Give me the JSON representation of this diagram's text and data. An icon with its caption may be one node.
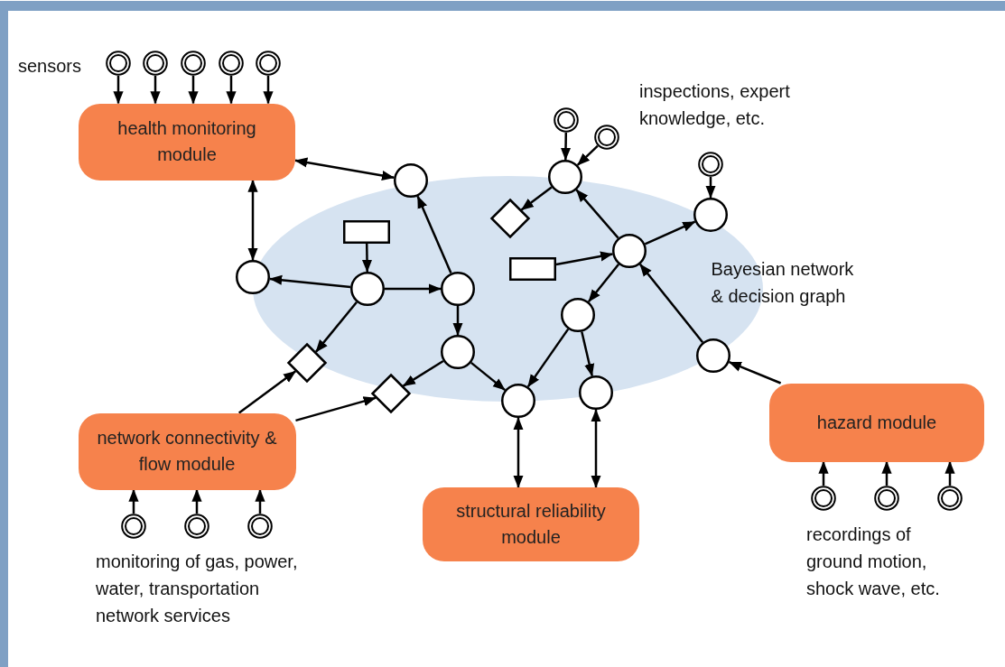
{
  "diagram": {
    "nodes": [
      {
        "text": [
          "health monitoring module"
        ]
      },
      {
        "text": [],
        "shape": "circle"
      },
      {
        "text": [],
        "shape": "circle"
      },
      {
        "text": [],
        "shape": "circle"
      },
      {
        "text": [],
        "shape": "circle"
      },
      {
        "text": [],
        "shape": "circle"
      },
      {
        "text": [
          "Bayesian network & decision graph"
        ]
      },
      {
        "text": [],
        "shape": "circle"
      },
      {
        "text": [],
        "shape": "circle"
      },
      {
        "text": [],
        "shape": "box",
        "in": 6
      },
      {
        "text": [],
        "shape": "circle",
        "in": 6
      },
      {
        "text": [],
        "shape": "circle",
        "in": 6
      },
      {
        "text": [],
        "shape": "diamond"
      },
      {
        "text": [],
        "shape": "circle",
        "in": 6
      },
      {
        "text": [],
        "shape": "diamond"
      },
      {
        "text": [],
        "shape": "circle"
      },
      {
        "text": [],
        "shape": "circle"
      },
      {
        "text": [],
        "shape": "circle"
      },
      {
        "text": [],
        "shape": "circle"
      },
      {
        "text": [],
        "shape": "circle"
      },
      {
        "text": [],
        "shape": "diamond",
        "in": 6
      },
      {
        "text": [],
        "shape": "box",
        "in": 6
      },
      {
        "text": [],
        "shape": "circle",
        "in": 6
      },
      {
        "text": [],
        "shape": "circle"
      },
      {
        "text": [],
        "shape": "circle",
        "in": 6
      },
      {
        "text": [],
        "shape": "circle"
      },
      {
        "text": [],
        "shape": "circle"
      },
      {
        "text": [
          "network connectivity & flow module"
        ]
      },
      {
        "text": [],
        "shape": "circle"
      },
      {
        "text": [],
        "shape": "circle"
      },
      {
        "text": [],
        "shape": "circle"
      },
      {
        "text": [
          "structural reliability module"
        ]
      },
      {
        "text": [
          "hazard module"
        ]
      },
      {
        "text": [],
        "shape": "circle"
      },
      {
        "text": [],
        "shape": "circle"
      },
      {
        "text": [],
        "shape": "circle"
      }
    ],
    "edges": [
      {
        "from": 1,
        "to": 0,
        "arrow": "to"
      },
      {
        "from": 2,
        "to": 0,
        "arrow": "to"
      },
      {
        "from": 3,
        "to": 0,
        "arrow": "to"
      },
      {
        "from": 4,
        "to": 0,
        "arrow": "to"
      },
      {
        "from": 5,
        "to": 0,
        "arrow": "to"
      },
      {
        "from": 0,
        "to": 7,
        "arrow": "both"
      },
      {
        "from": 0,
        "to": 8,
        "arrow": "both"
      },
      {
        "from": 9,
        "to": 10,
        "arrow": "to"
      },
      {
        "from": 10,
        "to": 8,
        "arrow": "to"
      },
      {
        "from": 10,
        "to": 11,
        "arrow": "to"
      },
      {
        "from": 10,
        "to": 12,
        "arrow": "to"
      },
      {
        "from": 11,
        "to": 7,
        "arrow": "to"
      },
      {
        "from": 11,
        "to": 13,
        "arrow": "to"
      },
      {
        "from": 13,
        "to": 14,
        "arrow": "to"
      },
      {
        "from": 13,
        "to": 15,
        "arrow": "to"
      },
      {
        "from": 27,
        "to": 12,
        "arrow": "to"
      },
      {
        "from": 27,
        "to": 14,
        "arrow": "to"
      },
      {
        "from": 16,
        "to": 19,
        "arrow": "to"
      },
      {
        "from": 17,
        "to": 19,
        "arrow": "to"
      },
      {
        "from": 18,
        "to": 23,
        "arrow": "to"
      },
      {
        "from": 19,
        "to": 20,
        "arrow": "to"
      },
      {
        "from": 22,
        "to": 19,
        "arrow": "to"
      },
      {
        "from": 21,
        "to": 22,
        "arrow": "to"
      },
      {
        "from": 22,
        "to": 23,
        "arrow": "to"
      },
      {
        "from": 22,
        "to": 24,
        "arrow": "to"
      },
      {
        "from": 24,
        "to": 15,
        "arrow": "to"
      },
      {
        "from": 24,
        "to": 25,
        "arrow": "to"
      },
      {
        "from": 26,
        "to": 22,
        "arrow": "to"
      },
      {
        "from": 32,
        "to": 26,
        "arrow": "to"
      },
      {
        "from": 15,
        "to": 31,
        "arrow": "both"
      },
      {
        "from": 25,
        "to": 31,
        "arrow": "both"
      },
      {
        "from": 28,
        "to": 27,
        "arrow": "to"
      },
      {
        "from": 29,
        "to": 27,
        "arrow": "to"
      },
      {
        "from": 30,
        "to": 27,
        "arrow": "to"
      },
      {
        "from": 33,
        "to": 32,
        "arrow": "to"
      },
      {
        "from": 34,
        "to": 32,
        "arrow": "to"
      },
      {
        "from": 35,
        "to": 32,
        "arrow": "to"
      }
    ],
    "labels": [
      "sensors",
      "inspections, expert knowledge, etc.",
      "monitoring of gas, power, water, transportation network services",
      "recordings of ground motion, shock wave, etc."
    ]
  }
}
